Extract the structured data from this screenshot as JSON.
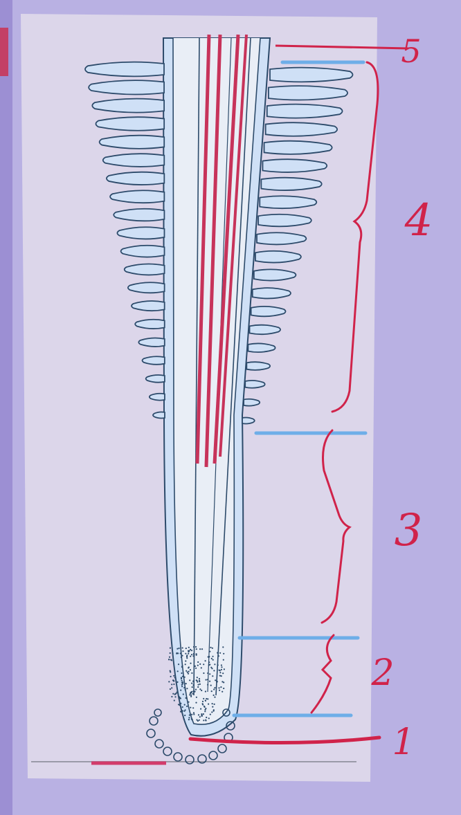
{
  "diagram": {
    "colors": {
      "background": "#b9b1e3",
      "paper": "#ddd8ea",
      "outline": "#2c4a6a",
      "hair_fill": "#cfe0f6",
      "vascular_red": "#c7335a",
      "zone_marker_blue": "#6eaee8",
      "annotation_red": "#d0234a"
    },
    "zone_labels": [
      "1",
      "2",
      "3",
      "4",
      "5"
    ]
  }
}
